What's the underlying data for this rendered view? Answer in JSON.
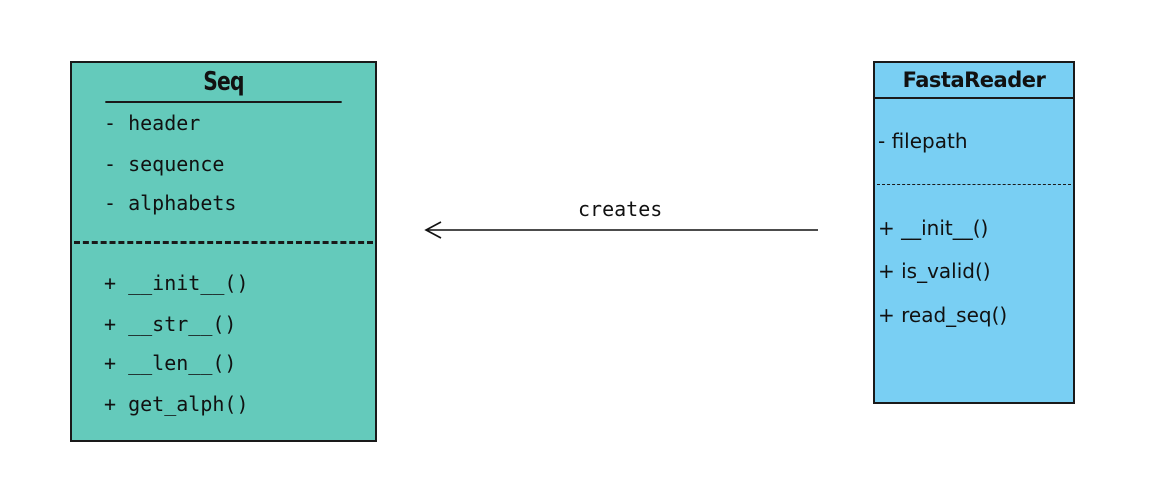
{
  "seq_class": {
    "name": "Seq",
    "attributes": [
      "- header",
      "- sequence",
      "- alphabets"
    ],
    "methods": [
      "+ __init__()",
      "+ __str__()",
      "+ __len__()",
      "+ get_alph()"
    ],
    "fill_color": "#64cabb"
  },
  "fasta_class": {
    "name": "FastaReader",
    "attributes": [
      "- filepath"
    ],
    "methods": [
      "+ __init__()",
      "+ is_valid()",
      "+ read_seq()"
    ],
    "fill_color": "#79cff3"
  },
  "relation": {
    "label": "creates",
    "from": "FastaReader",
    "to": "Seq"
  }
}
